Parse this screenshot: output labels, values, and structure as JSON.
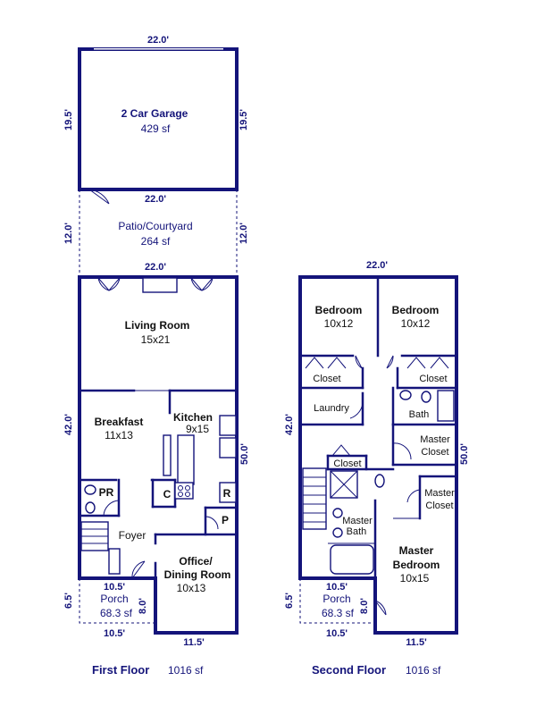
{
  "colors": {
    "wall": "#14147a",
    "text": "#111111",
    "background": "#ffffff"
  },
  "garage": {
    "top_dim": "22.0'",
    "left_dim": "19.5'",
    "right_dim": "19.5'",
    "name": "2 Car Garage",
    "area": "429 sf",
    "bottom_dim": "22.0'"
  },
  "patio": {
    "left_dim": "12.0'",
    "right_dim": "12.0'",
    "name": "Patio/Courtyard",
    "area": "264 sf",
    "bottom_dim": "22.0'"
  },
  "first_floor": {
    "left_dim": "42.0'",
    "right_dim": "50.0'",
    "living": {
      "name": "Living Room",
      "size": "15x21"
    },
    "breakfast": {
      "name": "Breakfast",
      "size": "11x13"
    },
    "kitchen": {
      "name": "Kitchen",
      "size": "9x15"
    },
    "powder": "PR",
    "closet_c": "C",
    "range": "R",
    "pantry": "P",
    "foyer": "Foyer",
    "office": {
      "name_line1": "Office/",
      "name_line2": "Dining Room",
      "size": "10x13"
    },
    "porch": {
      "top_dim": "10.5'",
      "name": "Porch",
      "area": "68.3 sf",
      "left_dim": "6.5'",
      "right_dim": "8.0'",
      "bottom_dim": "10.5'"
    },
    "bottom_dim": "11.5'",
    "title": "First Floor",
    "sf": "1016 sf"
  },
  "second_floor": {
    "top_dim": "22.0'",
    "left_dim": "42.0'",
    "right_dim": "50.0'",
    "bedroom1": {
      "name": "Bedroom",
      "size": "10x12"
    },
    "bedroom2": {
      "name": "Bedroom",
      "size": "10x12"
    },
    "closet_left": "Closet",
    "closet_right": "Closet",
    "laundry": "Laundry",
    "bath": "Bath",
    "master_closet1": {
      "line1": "Master",
      "line2": "Closet"
    },
    "closet_mid": "Closet",
    "master_closet2": {
      "line1": "Master",
      "line2": "Closet"
    },
    "master_bath": {
      "line1": "Master",
      "line2": "Bath"
    },
    "master_bedroom": {
      "line1": "Master",
      "line2": "Bedroom",
      "size": "10x15"
    },
    "porch": {
      "top_dim": "10.5'",
      "name": "Porch",
      "area": "68.3 sf",
      "left_dim": "6.5'",
      "right_dim": "8.0'",
      "bottom_dim": "10.5'"
    },
    "bottom_dim": "11.5'",
    "title": "Second Floor",
    "sf": "1016 sf"
  }
}
